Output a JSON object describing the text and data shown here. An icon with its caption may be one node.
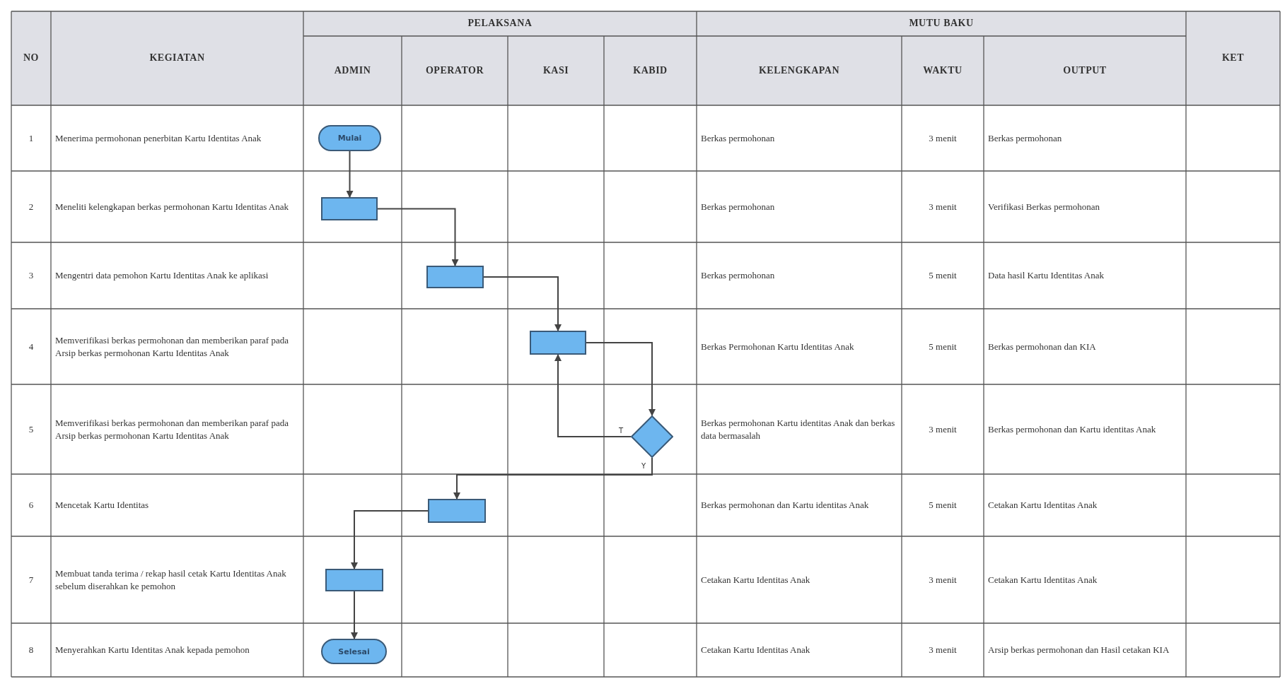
{
  "diagram": {
    "nodes": [
      {
        "text": [
          "Mulai"
        ]
      },
      {
        "text": [],
        "shape": "box"
      },
      {
        "text": [],
        "shape": "box"
      },
      {
        "text": [],
        "shape": "box"
      },
      {
        "text": [],
        "shape": "diamond"
      },
      {
        "text": [],
        "shape": "box"
      },
      {
        "text": [],
        "shape": "box"
      },
      {
        "text": [
          "Selesai"
        ]
      }
    ],
    "edges": [
      {
        "from": 0,
        "to": 1,
        "arrow": "to"
      },
      {
        "from": 1,
        "to": 2,
        "arrow": "to"
      },
      {
        "from": 2,
        "to": 3,
        "arrow": "to"
      },
      {
        "from": 3,
        "to": 4,
        "arrow": "to"
      },
      {
        "from": 4,
        "to": 3,
        "arrow": "to",
        "label": "T"
      },
      {
        "from": 4,
        "to": 5,
        "arrow": "to",
        "label": "Y"
      },
      {
        "from": 5,
        "to": 6,
        "arrow": "to"
      },
      {
        "from": 6,
        "to": 7,
        "arrow": "to"
      }
    ],
    "labels": [
      "NO",
      "KEGIATAN",
      "PELAKSANA",
      "MUTU BAKU",
      "KET",
      "ADMIN",
      "OPERATOR",
      "KASI",
      "KABID",
      "KELENGKAPAN",
      "WAKTU",
      "OUTPUT",
      "1",
      "Menerima permohonan penerbitan Kartu Identitas Anak",
      "Berkas permohonan",
      "3 menit",
      "Berkas permohonan",
      "2",
      "Meneliti kelengkapan berkas permohonan Kartu Identitas Anak",
      "Berkas permohonan",
      "3 menit",
      "Verifikasi Berkas permohonan",
      "3",
      "Mengentri data pemohon Kartu Identitas Anak ke aplikasi",
      "Berkas permohonan",
      "5 menit",
      "Data hasil Kartu Identitas Anak",
      "4",
      "Memverifikasi berkas permohonan dan memberikan paraf pada Arsip berkas permohonan Kartu Identitas Anak",
      "Berkas Permohonan Kartu Identitas Anak",
      "5 menit",
      "Berkas permohonan dan KIA",
      "5",
      "Memverifikasi berkas permohonan dan memberikan paraf pada Arsip berkas permohonan Kartu Identitas Anak",
      "Berkas permohonan Kartu identitas Anak dan berkas data bermasalah",
      "3 menit",
      "Berkas permohonan dan Kartu identitas Anak",
      "6",
      "Mencetak Kartu Identitas",
      "Berkas permohonan dan Kartu identitas Anak",
      "5 menit",
      "Cetakan Kartu Identitas Anak",
      "7",
      "Membuat tanda terima / rekap hasil cetak Kartu Identitas Anak sebelum diserahkan ke pemohon",
      "Cetakan Kartu Identitas Anak",
      "3 menit",
      "Cetakan Kartu Identitas Anak",
      "8",
      "Menyerahkan Kartu Identitas Anak kepada pemohon",
      "Cetakan Kartu Identitas Anak",
      "3 menit",
      "Arsip berkas permohonan dan Hasil cetakan KIA"
    ]
  }
}
